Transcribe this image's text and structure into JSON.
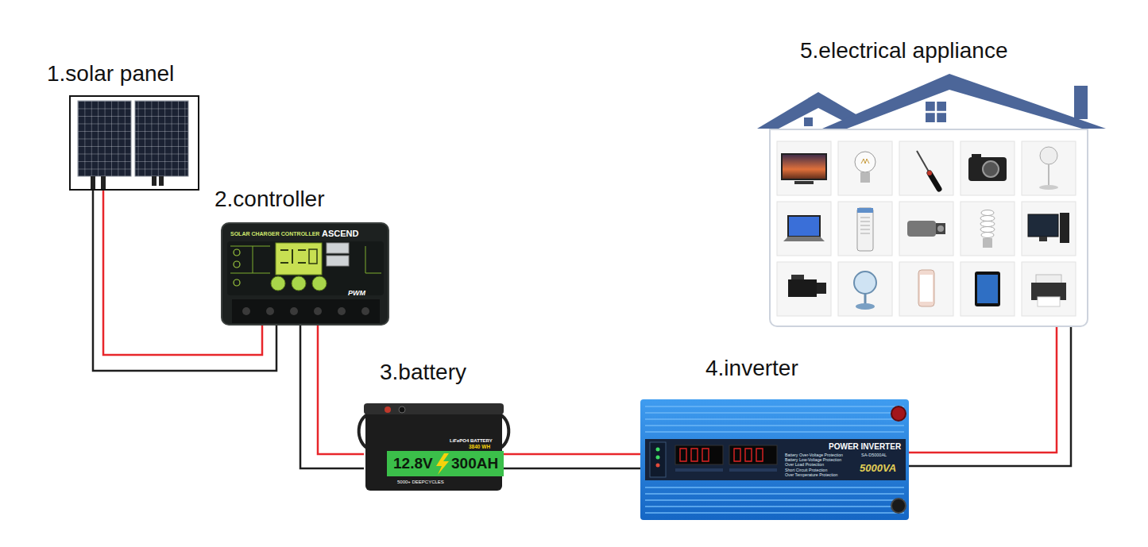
{
  "diagram": {
    "nodes": [
      {
        "text": [
          "1.solar panel"
        ]
      },
      {
        "text": [
          "2.controller",
          "SOLAR CHARGER CONTROLLER",
          "ASCEND",
          "PWM"
        ]
      },
      {
        "text": [
          "3.battery",
          "LiFePO4 BATTERY",
          "3840 WH",
          "12.8V",
          "300AH",
          "5000+ DEEPCYCLES"
        ]
      },
      {
        "text": [
          "4.inverter",
          "POWER INVERTER",
          "SA-D5000AL",
          "5000VA",
          "Battery Over-Voltage Protection",
          "Battery Low-Voltage Protection",
          "Over Load Protection",
          "Short Circuit Protection",
          "Over Temperature Protection"
        ]
      },
      {
        "text": [
          "5.electrical appliance"
        ]
      }
    ],
    "edges": [
      {
        "from": 0,
        "to": 1,
        "arrow": "none"
      },
      {
        "from": 0,
        "to": 1,
        "arrow": "none"
      },
      {
        "from": 1,
        "to": 2,
        "arrow": "none"
      },
      {
        "from": 1,
        "to": 2,
        "arrow": "none"
      },
      {
        "from": 2,
        "to": 3,
        "arrow": "none"
      },
      {
        "from": 2,
        "to": 3,
        "arrow": "none"
      },
      {
        "from": 3,
        "to": 4,
        "arrow": "none"
      },
      {
        "from": 3,
        "to": 4,
        "arrow": "none"
      }
    ]
  }
}
